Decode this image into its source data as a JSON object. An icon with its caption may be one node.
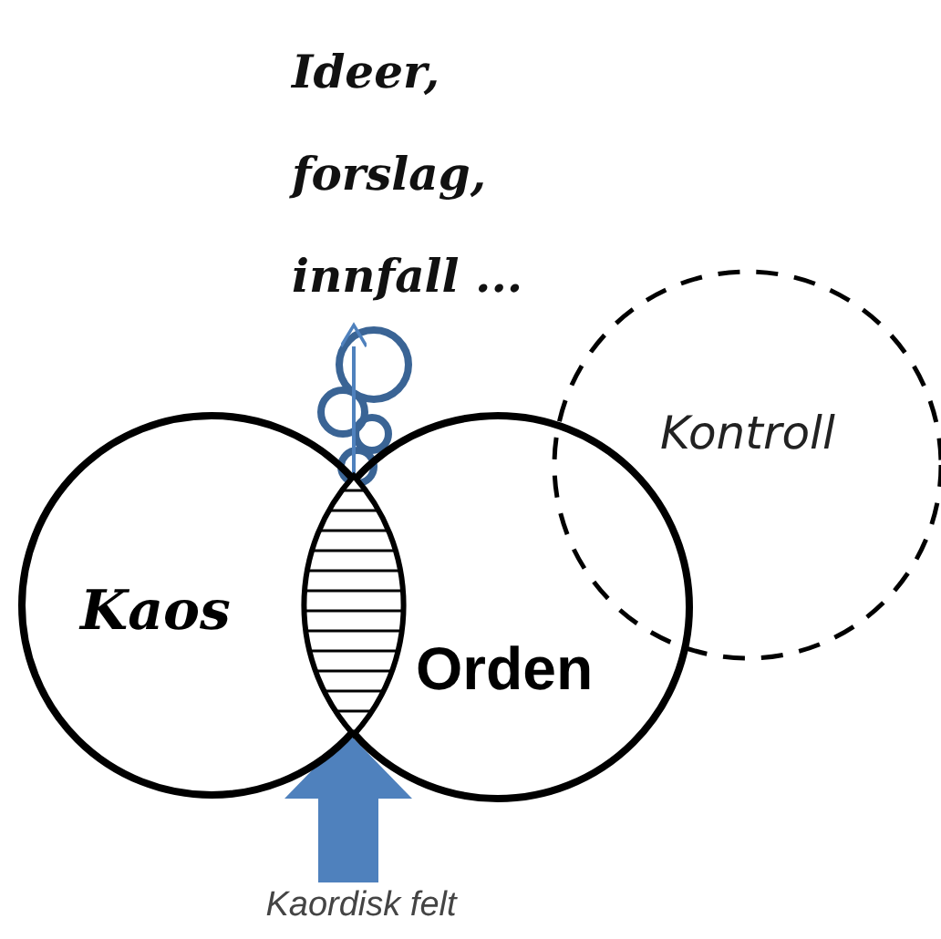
{
  "diagram": {
    "nodes": [
      {
        "text": [
          "Ideer, forslag, innfall ..."
        ]
      },
      {
        "text": [
          "Kontroll"
        ]
      },
      {
        "text": [
          "Kaos"
        ]
      },
      {
        "text": [
          "Orden"
        ]
      },
      {
        "text": [],
        "shape": "lens"
      },
      {
        "text": [
          "Kaordisk felt"
        ]
      }
    ],
    "edges": [
      {
        "from": 5,
        "to": 4,
        "arrow": "to",
        "style": "thick"
      },
      {
        "from": 4,
        "to": 0,
        "arrow": "to"
      }
    ]
  }
}
